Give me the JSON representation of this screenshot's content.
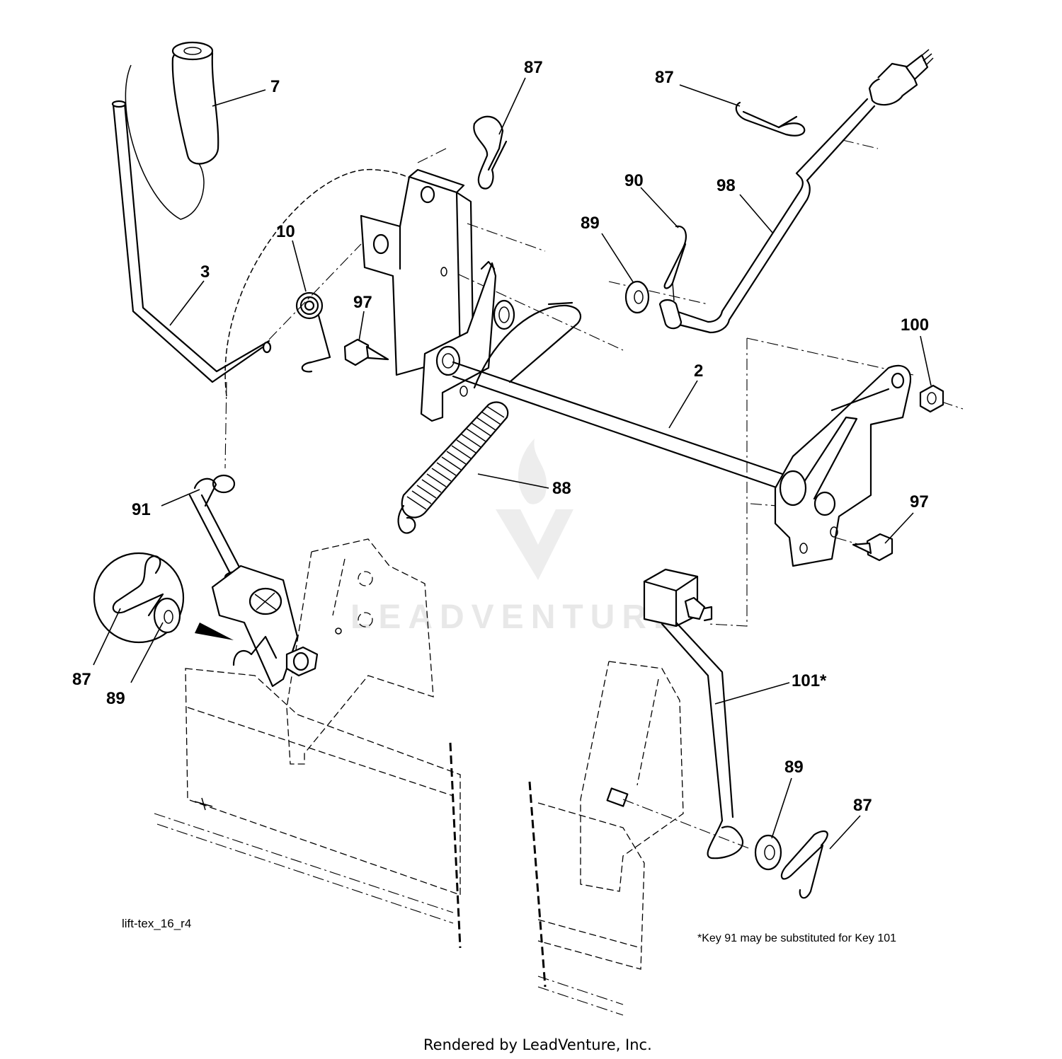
{
  "callouts": [
    {
      "id": "c-7",
      "label": "7"
    },
    {
      "id": "c-87-top",
      "label": "87"
    },
    {
      "id": "c-87-top-right",
      "label": "87"
    },
    {
      "id": "c-90",
      "label": "90"
    },
    {
      "id": "c-98",
      "label": "98"
    },
    {
      "id": "c-89-top",
      "label": "89"
    },
    {
      "id": "c-10",
      "label": "10"
    },
    {
      "id": "c-3",
      "label": "3"
    },
    {
      "id": "c-97-left",
      "label": "97"
    },
    {
      "id": "c-100",
      "label": "100"
    },
    {
      "id": "c-2",
      "label": "2"
    },
    {
      "id": "c-88",
      "label": "88"
    },
    {
      "id": "c-91",
      "label": "91"
    },
    {
      "id": "c-97-right",
      "label": "97"
    },
    {
      "id": "c-87-detail",
      "label": "87"
    },
    {
      "id": "c-89-detail",
      "label": "89"
    },
    {
      "id": "c-101",
      "label": "101*"
    },
    {
      "id": "c-89-bottom",
      "label": "89"
    },
    {
      "id": "c-87-bottom",
      "label": "87"
    }
  ],
  "drawing_id": "lift-tex_16_r4",
  "note": "*Key 91 may be substituted for Key 101",
  "footer": "Rendered by LeadVenture, Inc.",
  "watermark": "LEADVENTURE",
  "colors": {
    "ink": "#000000",
    "background": "#ffffff",
    "watermark": "#e6e6e6"
  }
}
